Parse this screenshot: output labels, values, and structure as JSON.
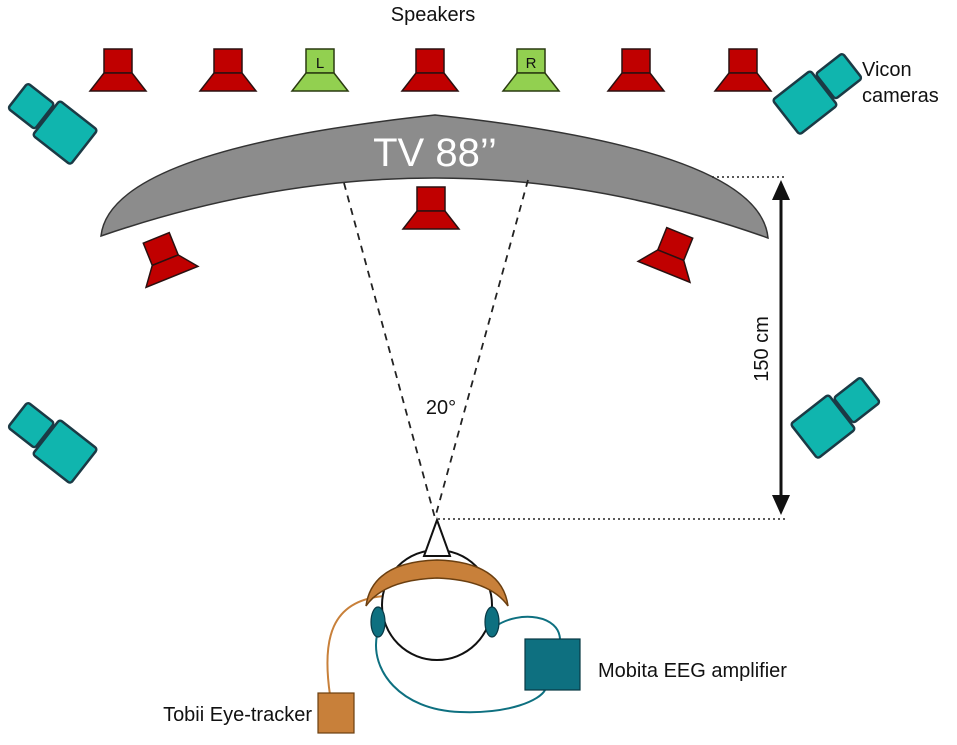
{
  "labels": {
    "speakers": "Speakers",
    "vicon_line1": "Vicon",
    "vicon_line2": "cameras",
    "tv": "TV 88’’",
    "angle": "20°",
    "distance": "150 cm",
    "eeg": "Mobita EEG amplifier",
    "eye_tracker": "Tobii Eye-tracker",
    "speaker_left": "L",
    "speaker_right": "R"
  },
  "colors": {
    "speaker_red": "#c00000",
    "speaker_green": "#92d050",
    "camera_teal": "#10b5ae",
    "camera_outline": "#1b3a45",
    "tv_gray": "#8c8c8c",
    "eye_tracker_brown": "#c8803a",
    "eeg_teal": "#0e7080",
    "outline": "#222222"
  }
}
